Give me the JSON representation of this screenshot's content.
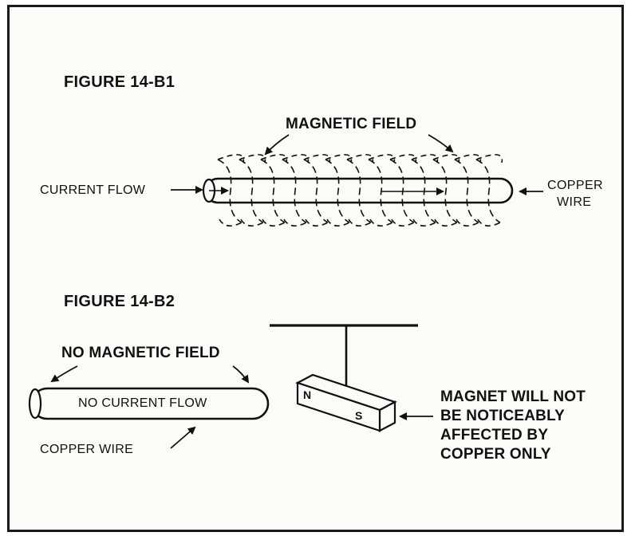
{
  "figure1": {
    "title": "FIGURE 14-B1",
    "field_label": "MAGNETIC FIELD",
    "current_label": "CURRENT FLOW",
    "wire_label_line1": "COPPER",
    "wire_label_line2": "WIRE"
  },
  "figure2": {
    "title": "FIGURE 14-B2",
    "field_label": "NO MAGNETIC FIELD",
    "current_label": "NO CURRENT FLOW",
    "wire_label": "COPPER WIRE",
    "magnet_north": "N",
    "magnet_south": "S",
    "note_lines": [
      "MAGNET WILL NOT",
      "BE NOTICEABLY",
      "AFFECTED BY",
      "COPPER ONLY"
    ]
  },
  "colors": {
    "ink": "#111111",
    "paper": "#fbfbf8"
  }
}
